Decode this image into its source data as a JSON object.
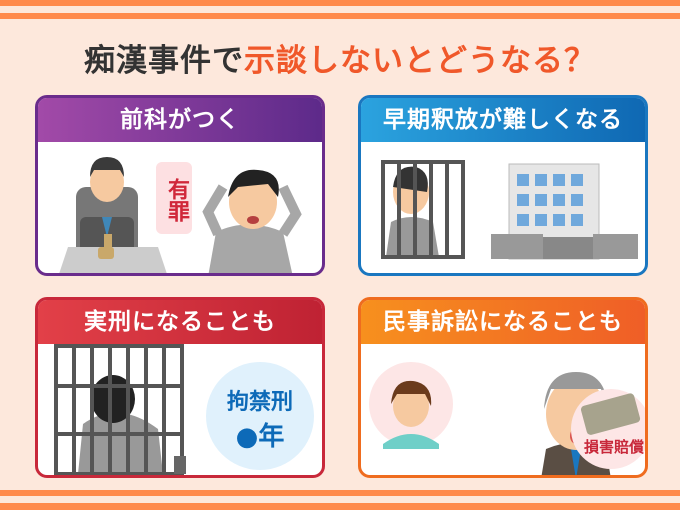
{
  "title": {
    "prefix": "痴漢事件で",
    "highlight": "示談しないとどうなる？"
  },
  "cards": [
    {
      "heading": "前科がつく",
      "bubble": "有罪"
    },
    {
      "heading": "早期釈放が難しくなる"
    },
    {
      "heading": "実刑になることも",
      "bubble_line1": "拘禁刑",
      "bubble_line2": "●年"
    },
    {
      "heading": "民事訴訟になることも",
      "bubble": "損害賠償"
    }
  ],
  "colors": {
    "background": "#fde8dc",
    "stripe": "#ff8a4c",
    "highlight": "#f0582a"
  }
}
